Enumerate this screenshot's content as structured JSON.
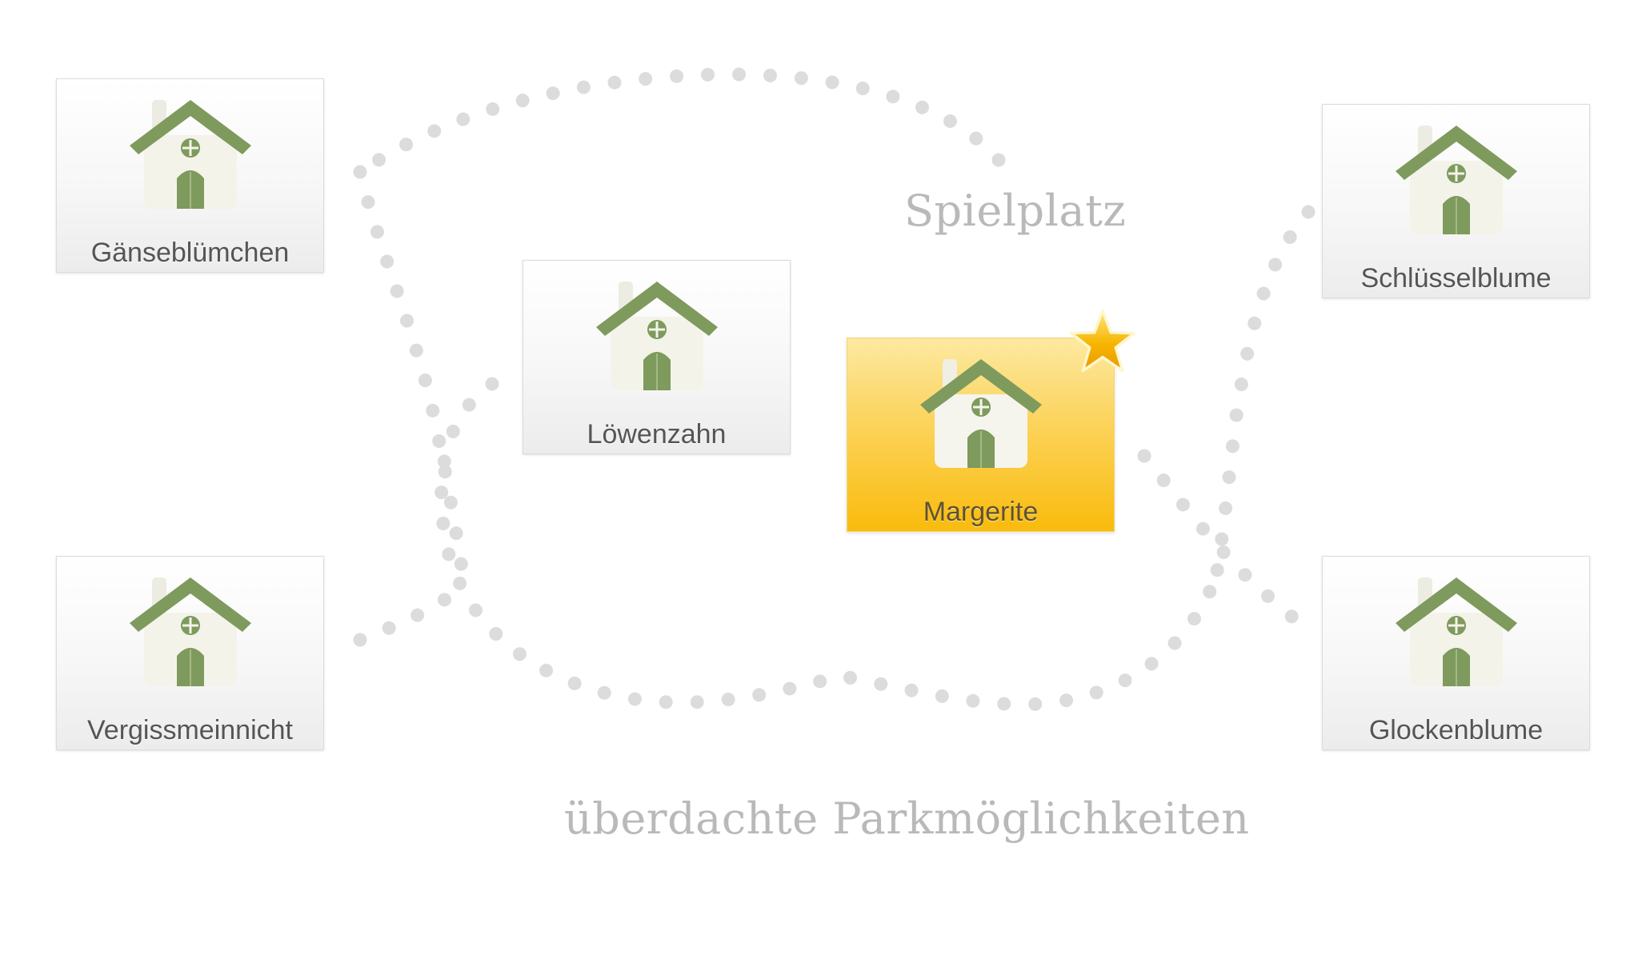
{
  "areas": {
    "playground_label": "Spielplatz",
    "parking_label": "überdachte Parkmöglichkeiten"
  },
  "houses": [
    {
      "name": "Gänseblümchen",
      "selected": false
    },
    {
      "name": "Löwenzahn",
      "selected": false
    },
    {
      "name": "Margerite",
      "selected": true,
      "favorite": true
    },
    {
      "name": "Schlüsselblume",
      "selected": false
    },
    {
      "name": "Vergissmeinnicht",
      "selected": false
    },
    {
      "name": "Glockenblume",
      "selected": false
    }
  ],
  "icons": {
    "house": "house-icon",
    "favorite": "star-icon"
  },
  "colors": {
    "house_green": "#7e9a5d",
    "house_wall": "#f3f3ea",
    "path_dots": "#dcdcdc",
    "selected_top": "#fde9a2",
    "selected_bottom": "#f9bb0c",
    "star": "#f7b500",
    "area_label": "#b9b9b9"
  }
}
